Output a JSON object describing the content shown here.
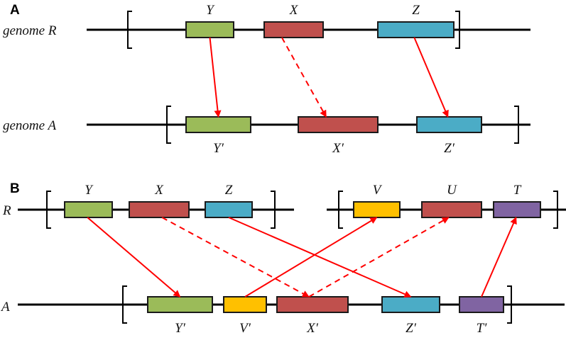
{
  "colors": {
    "gene_Y": "#9bbb59",
    "gene_X": "#c0504d",
    "gene_Z": "#4bacc6",
    "gene_V": "#ffc000",
    "gene_U": "#c0504d",
    "gene_T": "#8064a2",
    "arrow": "#ff0000",
    "line": "#000000"
  },
  "panels": [
    {
      "id": "A",
      "label": "A",
      "genomes": [
        {
          "id": "R",
          "label": "genome R",
          "genes": [
            {
              "id": "Y",
              "label": "Y",
              "color_key": "gene_Y"
            },
            {
              "id": "X",
              "label": "X",
              "color_key": "gene_X"
            },
            {
              "id": "Z",
              "label": "Z",
              "color_key": "gene_Z"
            }
          ]
        },
        {
          "id": "A",
          "label": "genome A",
          "genes": [
            {
              "id": "Y'",
              "label": "Y′",
              "color_key": "gene_Y"
            },
            {
              "id": "X'",
              "label": "X′",
              "color_key": "gene_X"
            },
            {
              "id": "Z'",
              "label": "Z′",
              "color_key": "gene_Z"
            }
          ]
        }
      ],
      "mappings": [
        {
          "from": "Y",
          "to": "Y'",
          "style": "solid"
        },
        {
          "from": "X",
          "to": "X'",
          "style": "dashed"
        },
        {
          "from": "Z",
          "to": "Z'",
          "style": "solid"
        }
      ]
    },
    {
      "id": "B",
      "label": "B",
      "genomes": [
        {
          "id": "R",
          "label": "R",
          "genes": [
            {
              "id": "Y",
              "label": "Y",
              "color_key": "gene_Y"
            },
            {
              "id": "X",
              "label": "X",
              "color_key": "gene_X"
            },
            {
              "id": "Z",
              "label": "Z",
              "color_key": "gene_Z"
            },
            {
              "id": "V",
              "label": "V",
              "color_key": "gene_V"
            },
            {
              "id": "U",
              "label": "U",
              "color_key": "gene_U"
            },
            {
              "id": "T",
              "label": "T",
              "color_key": "gene_T"
            }
          ]
        },
        {
          "id": "A",
          "label": "A",
          "genes": [
            {
              "id": "Y'",
              "label": "Y′",
              "color_key": "gene_Y"
            },
            {
              "id": "V'",
              "label": "V′",
              "color_key": "gene_V"
            },
            {
              "id": "X'",
              "label": "X′",
              "color_key": "gene_X"
            },
            {
              "id": "Z'",
              "label": "Z′",
              "color_key": "gene_Z"
            },
            {
              "id": "T'",
              "label": "T′",
              "color_key": "gene_T"
            }
          ]
        }
      ],
      "mappings": [
        {
          "from": "Y",
          "to": "Y'",
          "style": "solid",
          "direction": "down"
        },
        {
          "from": "X",
          "to": "X'",
          "style": "dashed",
          "direction": "down"
        },
        {
          "from": "Z",
          "to": "Z'",
          "style": "solid",
          "direction": "down"
        },
        {
          "from": "V'",
          "to": "V",
          "style": "solid",
          "direction": "up"
        },
        {
          "from": "X'",
          "to": "U",
          "style": "dashed",
          "direction": "up"
        },
        {
          "from": "T'",
          "to": "T",
          "style": "solid",
          "direction": "up"
        }
      ]
    }
  ]
}
